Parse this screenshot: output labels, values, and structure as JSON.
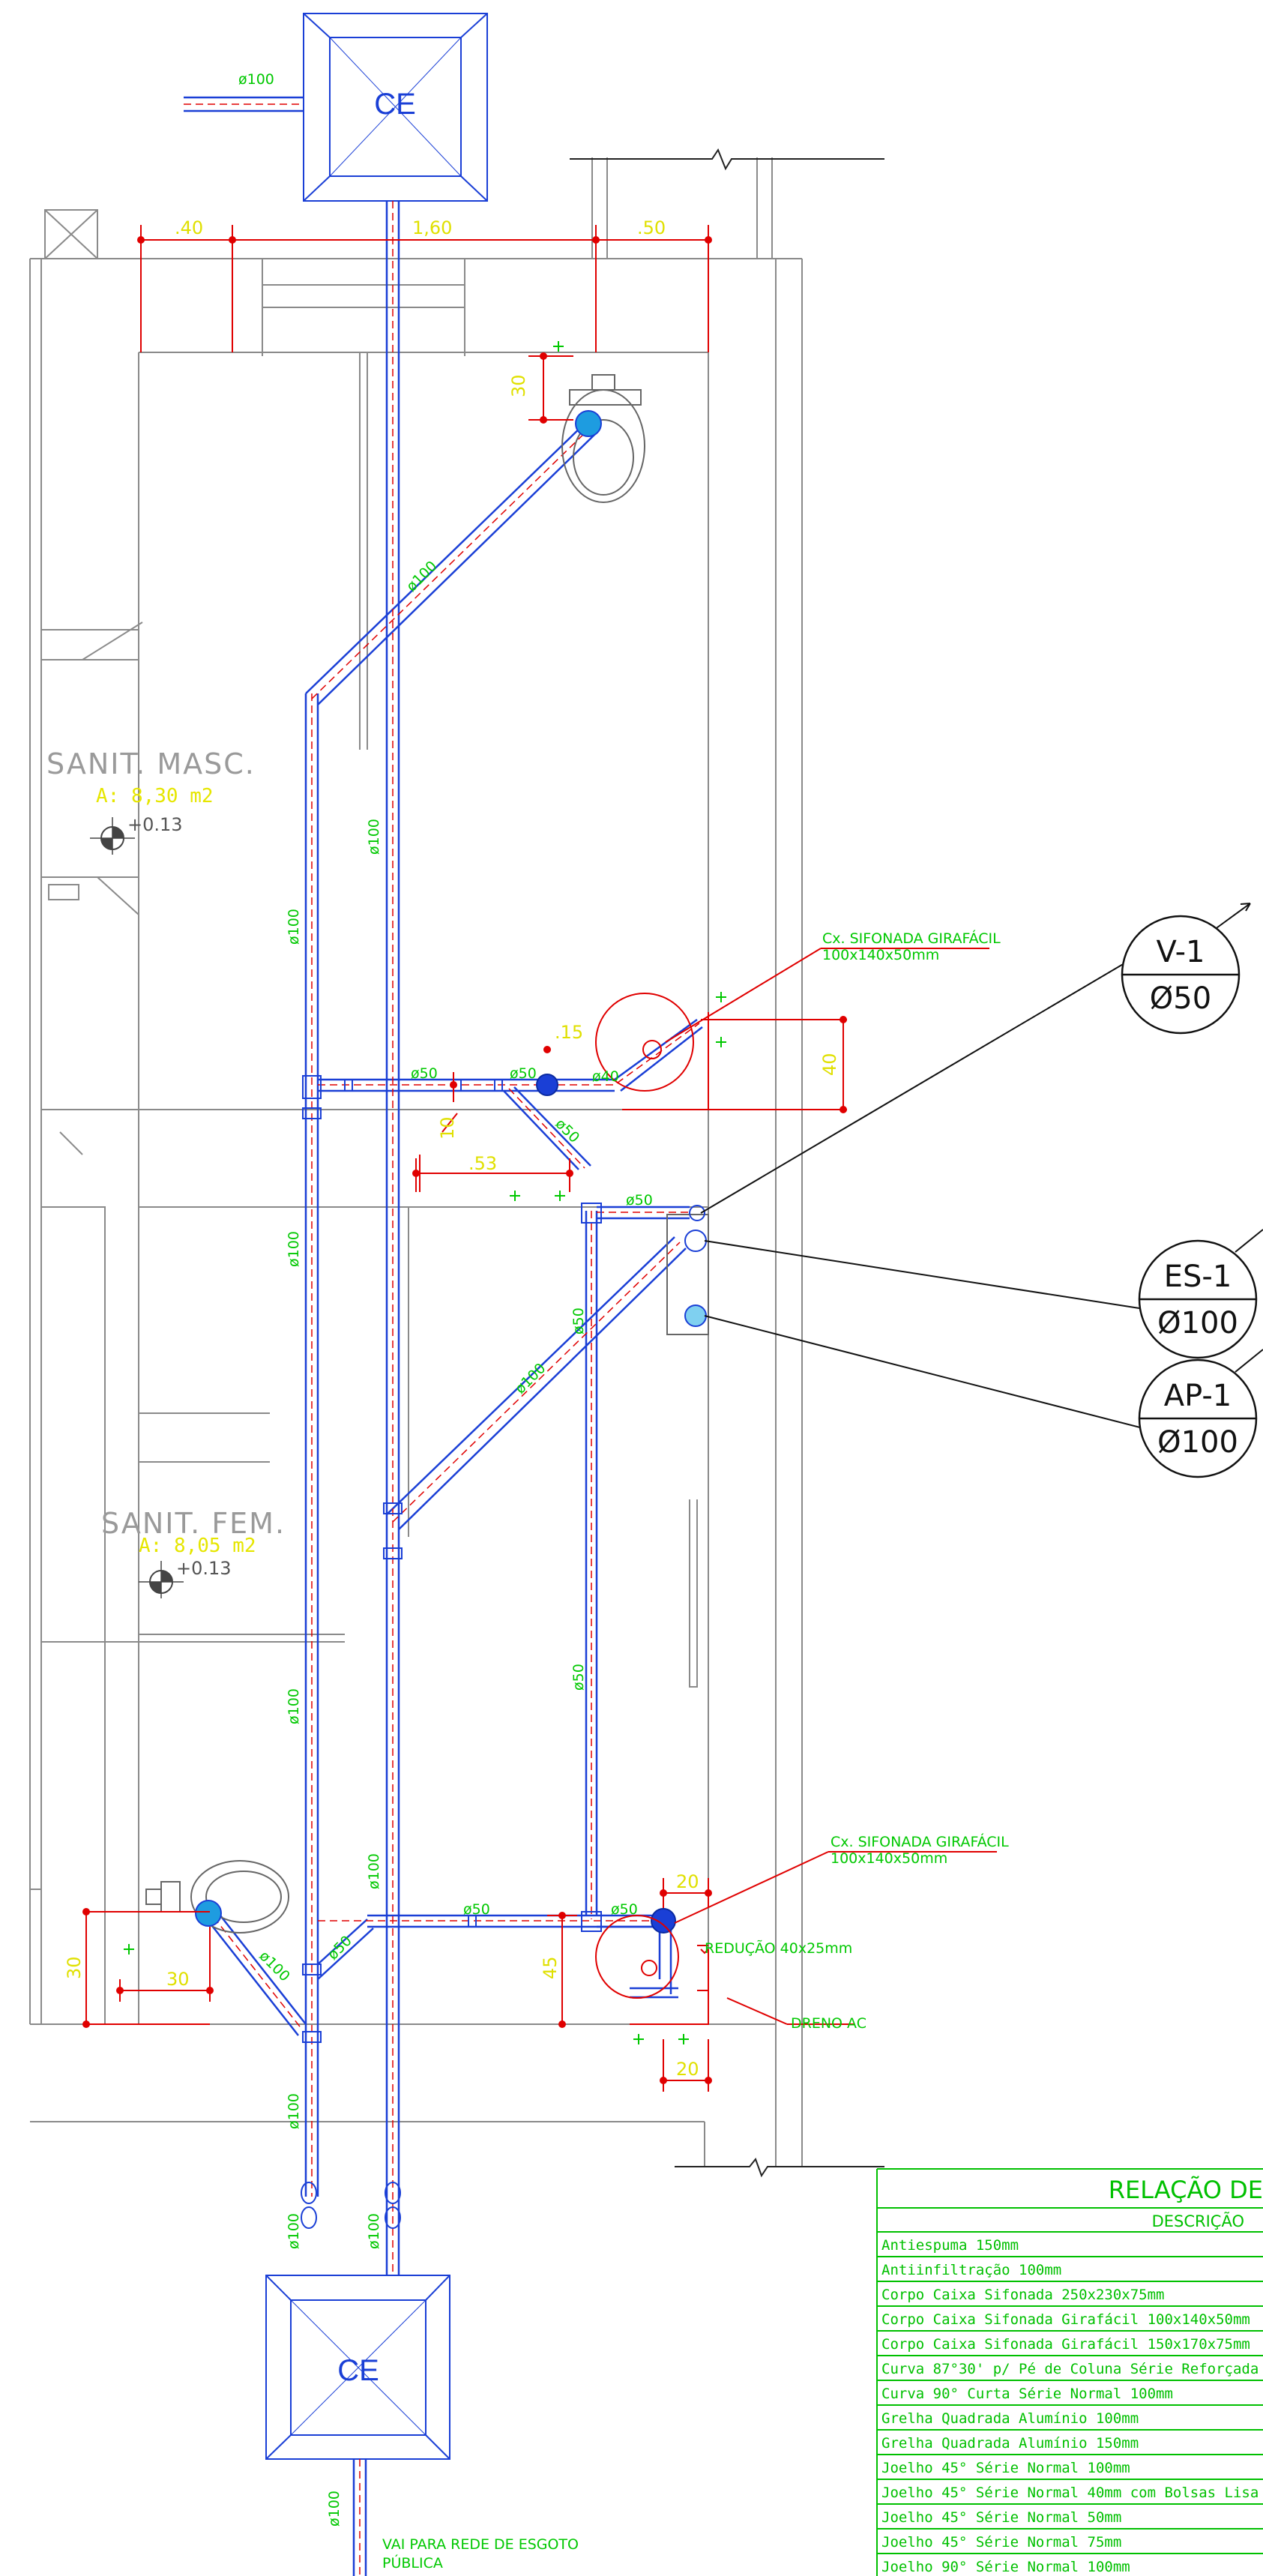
{
  "rooms": {
    "masc": {
      "name": "SANIT. MASC.",
      "area": "A: 8,30 m2",
      "level": "+0.13"
    },
    "fem": {
      "name": "SANIT. FEM.",
      "area": "A: 8,05 m2",
      "level": "+0.13"
    }
  },
  "inspection_boxes": {
    "top": "CE",
    "bottom": "CE"
  },
  "tags": [
    {
      "code": "V-1",
      "diameter": "Ø50"
    },
    {
      "code": "ES-1",
      "diameter": "Ø100"
    },
    {
      "code": "AP-1",
      "diameter": "Ø100"
    }
  ],
  "pipe_labels": {
    "top_inlet": "ø100",
    "diag_wc_masc": "ø100",
    "main_stack": "ø100",
    "left_stack_1": "ø100",
    "left_stack_2": "ø100",
    "left_stack_3": "ø100",
    "branch_50_upper": "ø50",
    "branch_50_mid": "ø50",
    "branch_40": "ø40",
    "diag_50": "ø50",
    "branch_50_right": "ø50",
    "vertical_50_a": "ø50",
    "vertical_50_b": "ø50",
    "diag_100_mid": "ø100",
    "stack_100_lower": "ø100",
    "branch_50_lower": "ø50",
    "branch_50_lower_right": "ø50",
    "diag_50_lower": "ø50",
    "diag_100_wc_fem": "ø100",
    "bottom_left_1": "ø100",
    "bottom_left_2": "ø100",
    "bottom_right": "ø100",
    "outlet": "ø100"
  },
  "dimensions": {
    "top_40": ".40",
    "top_160": "1,60",
    "top_50": ".50",
    "wc_masc_30": "30",
    "cx_15": ".15",
    "cx_40": "40",
    "cx_10": "10",
    "span_53": ".53",
    "low_20_top": "20",
    "low_20_bottom": "20",
    "low_45": "45",
    "wc_fem_30v": "30",
    "wc_fem_30h": "30"
  },
  "notes": {
    "cx_upper_title": "Cx. SIFONADA GIRAFÁCIL",
    "cx_upper_size": "100x140x50mm",
    "cx_lower_title": "Cx. SIFONADA GIRAFÁCIL",
    "cx_lower_size": "100x140x50mm",
    "reducao": "REDUÇÃO 40x25mm",
    "dreno": "DRENO AC",
    "outlet_line1": "VAI PARA REDE DE ESGOTO",
    "outlet_line2": "PÚBLICA"
  },
  "table": {
    "title": "RELAÇÃO DE",
    "header": "DESCRIÇÃO",
    "rows": [
      "Antiespuma 150mm",
      "Antiinfiltração 100mm",
      "Corpo Caixa Sifonada 250x230x75mm",
      "Corpo Caixa Sifonada Girafácil 100x140x50mm",
      "Corpo Caixa Sifonada Girafácil 150x170x75mm",
      "Curva 87°30' p/ Pé de Coluna Série Reforçada",
      "Curva 90° Curta Série Normal 100mm",
      "Grelha Quadrada Alumínio 100mm",
      "Grelha Quadrada Alumínio 150mm",
      "Joelho 45° Série Normal 100mm",
      "Joelho 45° Série Normal 40mm com Bolsas Lisa",
      "Joelho 45° Série Normal 50mm",
      "Joelho 45° Série Normal 75mm",
      "Joelho 90° Série Normal 100mm"
    ]
  },
  "colors": {
    "pipe": "#1a3fd6",
    "axis": "#e00000",
    "label": "#00c800",
    "dimension": "#e0e000",
    "wall": "#8a8a8a"
  }
}
